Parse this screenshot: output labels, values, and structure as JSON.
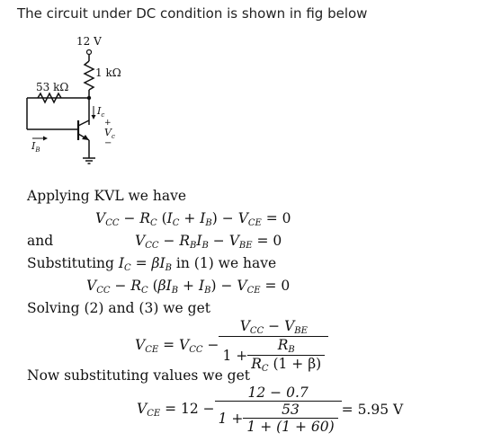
{
  "intro": "The circuit under DC condition is shown in fig below",
  "circuit": {
    "supply": "12 V",
    "rc": "1 kΩ",
    "rb": "53 kΩ",
    "ic": "I",
    "ic_sub": "c",
    "plus": "+",
    "vc": "V",
    "vc_sub": "c",
    "minus": "−",
    "ib": "I",
    "ib_sub": "B"
  },
  "text": {
    "applying": "Applying KVL we have",
    "and": "and",
    "subst_pre": "Substituting",
    "subst_post": "in (1) we have",
    "solving": "Solving (2) and (3) we get",
    "now": "Now substituting values we get"
  },
  "equations": {
    "eq1": {
      "vcc": "V",
      "vcc_sub": "CC",
      "mid": " − ",
      "rc": "R",
      "rc_sub": "C",
      "paren_open": " (",
      "ic": "I",
      "ic_sub": "C",
      "plus": " + ",
      "ib": "I",
      "ib_sub": "B",
      "paren_close": ")",
      "minus": " − ",
      "vce": "V",
      "vce_sub": "CE",
      "eq": " = 0"
    },
    "eq2": {
      "vcc": "V",
      "vcc_sub": "CC",
      "mid": " − ",
      "rb": "R",
      "rb_sub": "B",
      "ib": "I",
      "ib_sub": "B",
      "minus": " − ",
      "vbe": "V",
      "vbe_sub": "BE",
      "eq": " = 0"
    },
    "inline": {
      "ic": "I",
      "ic_sub": "C",
      "eq": " = ",
      "beta": "β",
      "ib": "I",
      "ib_sub": "B"
    },
    "eq3": {
      "vcc": "V",
      "vcc_sub": "CC",
      "mid": " − ",
      "rc": "R",
      "rc_sub": "C",
      "open": " (",
      "beta": "β",
      "ib": "I",
      "ib_sub": "B",
      "plus": " + ",
      "ib2": "I",
      "ib2_sub": "B",
      "close": ")",
      "minus": " − ",
      "vce": "V",
      "vce_sub": "CE",
      "eq": " = 0"
    },
    "eq4": {
      "vce": "V",
      "vce_sub": "CE",
      "eq": " = ",
      "vcc": "V",
      "vcc_sub": "CC",
      "minus": " − ",
      "num_vcc": "V",
      "num_vcc_sub": "CC",
      "num_minus": " − ",
      "num_vbe": "V",
      "num_vbe_sub": "BE",
      "one_plus": "1 + ",
      "rb": "R",
      "rb_sub": "B",
      "rc": "R",
      "rc_sub": "C",
      "den_tail": " (1 + β)"
    },
    "eq5": {
      "vce": "V",
      "vce_sub": "CE",
      "lhs": " = 12 − ",
      "num": "12 − 0.7",
      "one_plus": "1 + ",
      "inner_num": "53",
      "inner_den": "1 + (1 + 60)",
      "result": " = 5.95 V"
    }
  }
}
